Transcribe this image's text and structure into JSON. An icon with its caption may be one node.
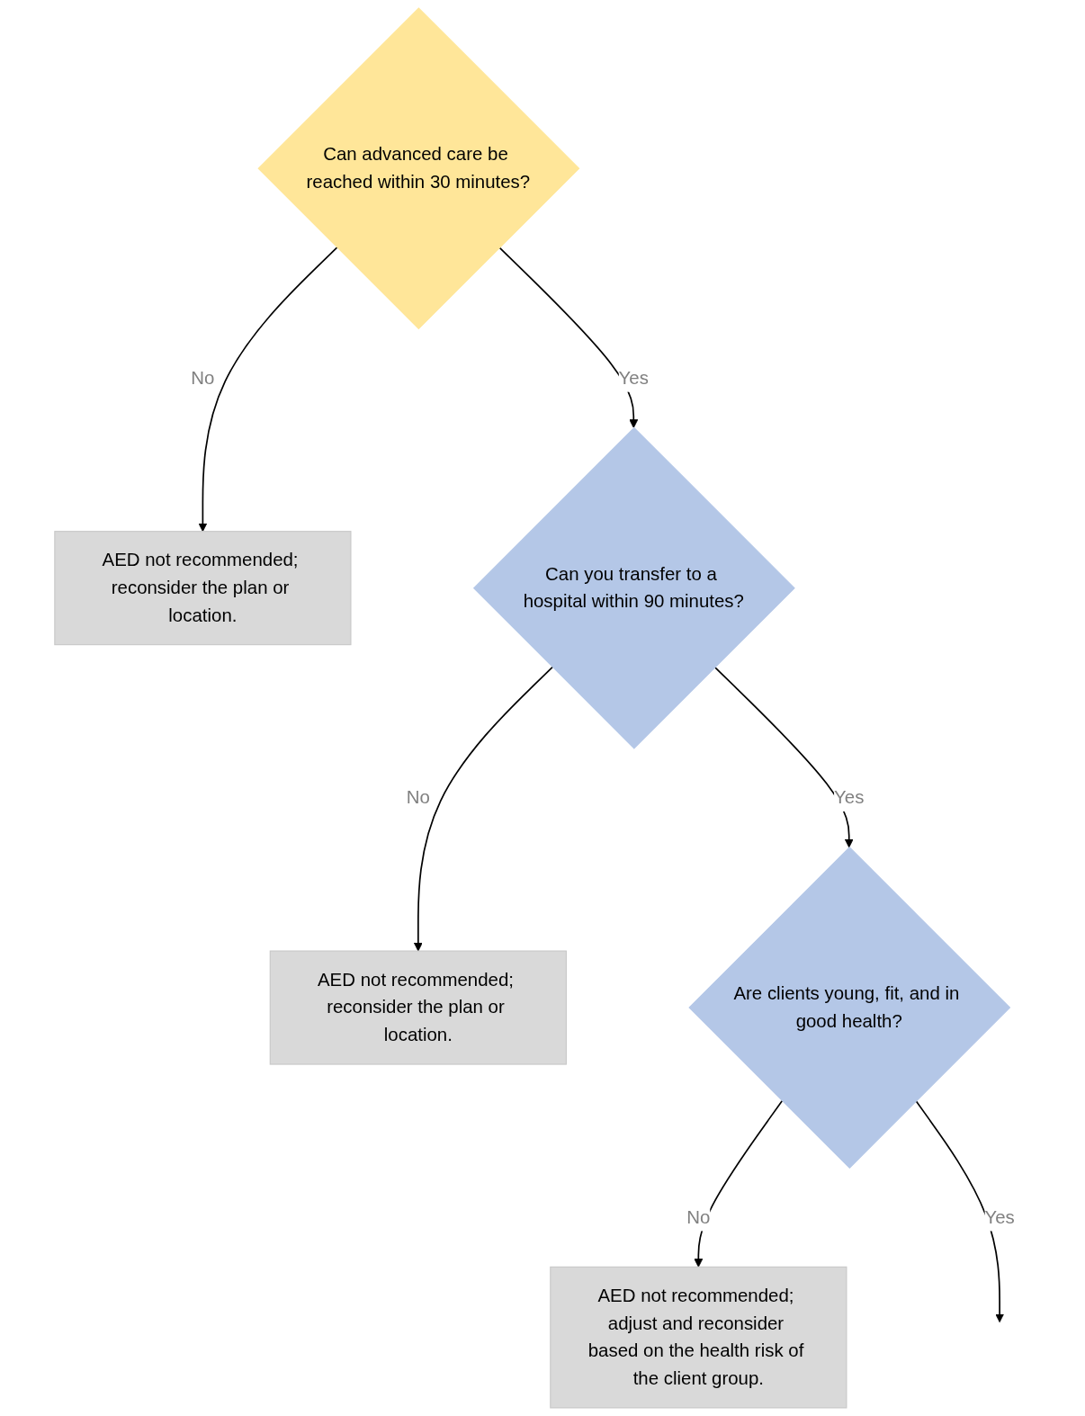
{
  "diagram": {
    "nodes": [
      {
        "text": [
          "Can advanced care be reached within 30 minutes?"
        ]
      },
      {
        "text": [
          "AED not recommended; reconsider the plan or location."
        ]
      },
      {
        "text": [
          "Can you transfer to a hospital within 90 minutes?"
        ]
      },
      {
        "text": [
          "AED not recommended; reconsider the plan or location."
        ]
      },
      {
        "text": [
          "Are clients young, fit, and in good health?"
        ]
      },
      {
        "text": [
          "AED not recommended; adjust and reconsider based on the health risk of the client group."
        ]
      }
    ],
    "edges": [
      {
        "from": 0,
        "to": 1,
        "arrow": "to",
        "label": "No"
      },
      {
        "from": 0,
        "to": 2,
        "arrow": "to",
        "label": "Yes"
      },
      {
        "from": 2,
        "to": 3,
        "arrow": "to",
        "label": "No"
      },
      {
        "from": 2,
        "to": 4,
        "arrow": "to",
        "label": "Yes"
      },
      {
        "from": 4,
        "to": 5,
        "arrow": "to",
        "label": "No"
      },
      {
        "from": 4,
        "to": null,
        "arrow": "to",
        "label": "Yes"
      }
    ]
  }
}
